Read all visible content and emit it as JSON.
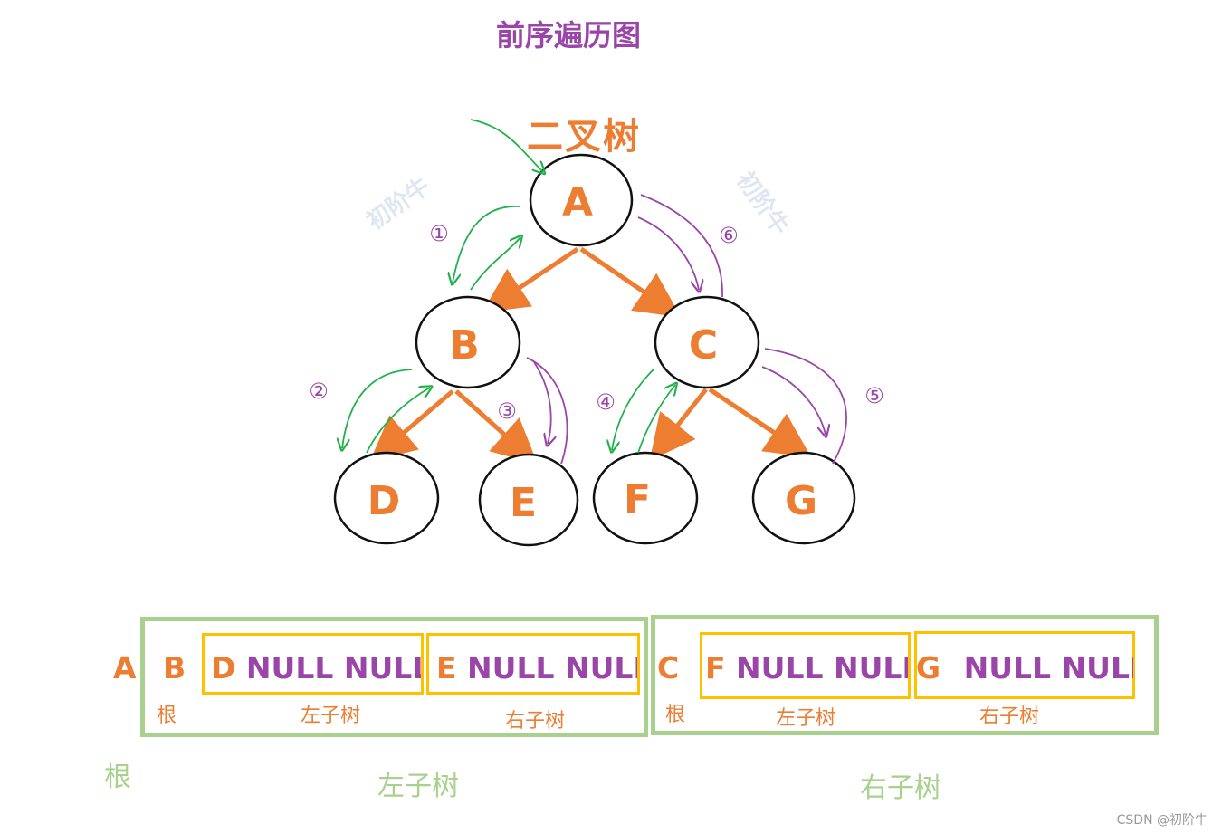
{
  "title": "前序遍历图",
  "tree_title": "二叉树",
  "watermark": "初阶牛",
  "nodes": {
    "A": "A",
    "B": "B",
    "C": "C",
    "D": "D",
    "E": "E",
    "F": "F",
    "G": "G"
  },
  "steps": [
    "①",
    "②",
    "③",
    "④",
    "⑤",
    "⑥"
  ],
  "sequence": {
    "root": "A",
    "left_root": "B",
    "left_left": {
      "node": "D",
      "nulls": "NULL NULL"
    },
    "left_right": {
      "node": "E",
      "nulls": "NULL NULL"
    },
    "right_root": "C",
    "right_left": {
      "node": "F",
      "nulls": "NULL NULL"
    },
    "right_right": {
      "node": "G",
      "nulls": "NULL NULL"
    }
  },
  "labels": {
    "root": "根",
    "left_subtree": "左子树",
    "right_subtree": "右子树"
  },
  "footer": "CSDN @初阶牛",
  "colors": {
    "orange": "#ed7d31",
    "purple": "#9a45a8",
    "green": "#a9d18e",
    "yellow": "#ffc000",
    "traversal_green": "#22b14c"
  }
}
